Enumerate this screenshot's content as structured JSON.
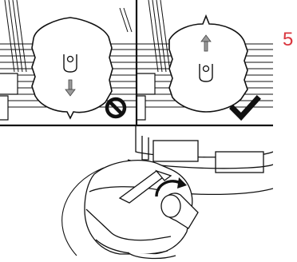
{
  "step": {
    "number": "5"
  },
  "panels": {
    "wrong": {
      "marker": "prohibited-icon",
      "arrow_direction": "down"
    },
    "correct": {
      "marker": "checkmark-icon",
      "arrow_direction": "up"
    }
  },
  "colors": {
    "step_accent": "#d9363e",
    "ink": "#111111",
    "arrow_fill": "#9a9a9a"
  }
}
